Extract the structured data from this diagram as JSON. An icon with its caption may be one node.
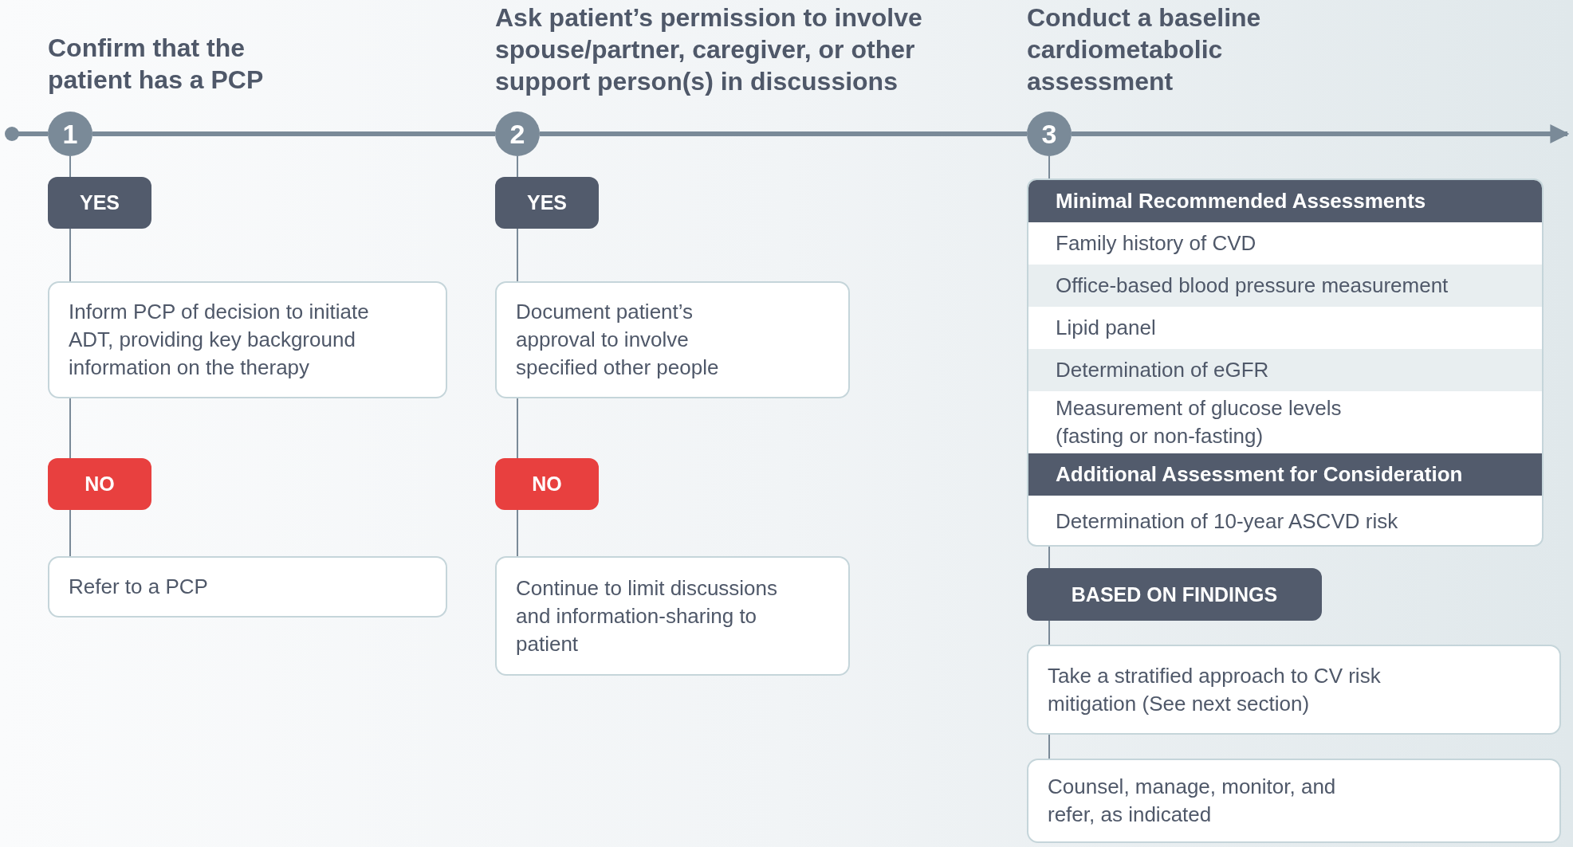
{
  "diagram": {
    "nodes": [
      {
        "text": [
          "1"
        ],
        "beside": [
          "Confirm that the patient has a PCP"
        ]
      },
      {
        "text": [
          "YES"
        ]
      },
      {
        "text": [
          "Inform PCP of decision to initiate ADT, providing key background information on the therapy"
        ]
      },
      {
        "text": [
          "NO"
        ]
      },
      {
        "text": [
          "Refer to a PCP"
        ]
      },
      {
        "text": [
          "2"
        ],
        "beside": [
          "Ask patient’s permission to involve spouse/partner, caregiver, or other support person(s) in discussions"
        ]
      },
      {
        "text": [
          "YES"
        ]
      },
      {
        "text": [
          "Document patient’s approval to involve specified other people"
        ]
      },
      {
        "text": [
          "NO"
        ]
      },
      {
        "text": [
          "Continue to limit discussions and information-sharing to patient"
        ]
      },
      {
        "text": [
          "3"
        ],
        "beside": [
          "Conduct a baseline cardiometabolic assessment"
        ]
      },
      {
        "text": [],
        "shape": "box"
      },
      {
        "text": [
          "Minimal Recommended Assessments"
        ],
        "in": 11
      },
      {
        "text": [
          "Family history of CVD"
        ],
        "in": 11
      },
      {
        "text": [
          "Office-based blood pressure measurement"
        ],
        "in": 11
      },
      {
        "text": [
          "Lipid panel"
        ],
        "in": 11
      },
      {
        "text": [
          "Determination of eGFR"
        ],
        "in": 11
      },
      {
        "text": [
          "Measurement of glucose levels (fasting or non-fasting)"
        ],
        "in": 11
      },
      {
        "text": [
          "Additional Assessment for Consideration"
        ],
        "in": 11
      },
      {
        "text": [
          "Determination of 10-year ASCVD risk"
        ],
        "in": 11
      },
      {
        "text": [
          "BASED ON FINDINGS"
        ]
      },
      {
        "text": [
          "Take a stratified approach to CV risk mitigation (See next section)"
        ]
      },
      {
        "text": [
          "Counsel, manage, monitor, and refer, as indicated"
        ]
      }
    ],
    "edges": [
      {
        "from": null,
        "to": 0,
        "arrow": "other",
        "style": "thick"
      },
      {
        "from": 0,
        "to": 5,
        "arrow": "none",
        "style": "thick"
      },
      {
        "from": 5,
        "to": 10,
        "arrow": "none",
        "style": "thick"
      },
      {
        "from": 10,
        "to": null,
        "arrow": "to",
        "style": "thick"
      },
      {
        "from": 0,
        "to": 1,
        "arrow": "none"
      },
      {
        "from": 1,
        "to": 2,
        "arrow": "none"
      },
      {
        "from": 2,
        "to": 3,
        "arrow": "none"
      },
      {
        "from": 3,
        "to": 4,
        "arrow": "none"
      },
      {
        "from": 5,
        "to": 6,
        "arrow": "none"
      },
      {
        "from": 6,
        "to": 7,
        "arrow": "none"
      },
      {
        "from": 7,
        "to": 8,
        "arrow": "none"
      },
      {
        "from": 8,
        "to": 9,
        "arrow": "none"
      },
      {
        "from": 10,
        "to": 11,
        "arrow": "none"
      },
      {
        "from": 11,
        "to": 20,
        "arrow": "none"
      },
      {
        "from": 20,
        "to": 21,
        "arrow": "none"
      },
      {
        "from": 21,
        "to": 22,
        "arrow": "none"
      }
    ]
  }
}
